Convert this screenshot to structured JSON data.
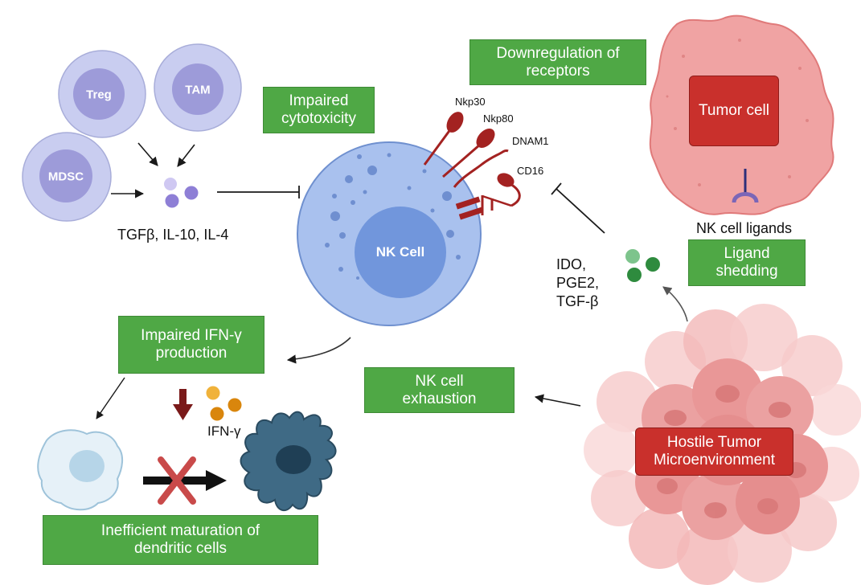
{
  "cells": {
    "treg": "Treg",
    "tam": "TAM",
    "mdsc": "MDSC",
    "nk_cell": "NK Cell",
    "tumor_cell": "Tumor cell"
  },
  "labels": {
    "cytokines_suppressive": "TGFβ, IL-10, IL-4",
    "ifn_gamma": "IFN-γ",
    "tumor_factors": [
      "IDO,",
      "PGE2,",
      "TGF-β"
    ],
    "nk_cell_ligands": "NK cell ligands"
  },
  "receptors": [
    "Nkp30",
    "Nkp80",
    "DNAM1",
    "CD16"
  ],
  "boxes": {
    "impaired_cytotoxicity": [
      "Impaired",
      "cytotoxicity"
    ],
    "downregulation_of_receptors": [
      "Downregulation of",
      "receptors"
    ],
    "ligand_shedding": [
      "Ligand",
      "shedding"
    ],
    "impaired_ifn_production": [
      "Impaired IFN-γ",
      "production"
    ],
    "nk_cell_exhaustion": [
      "NK cell",
      "exhaustion"
    ],
    "hostile_tumor_microenvironment": [
      "Hostile Tumor",
      "Microenvironment"
    ],
    "inefficient_maturation": [
      "Inefficient maturation of",
      "dendritic cells"
    ]
  },
  "colors": {
    "box_green": "#4fa845",
    "box_red": "#c9302c",
    "nk_cell_blue": "#a9c1ee",
    "nk_nucleus": "#7196dc",
    "receptor_red": "#a32221",
    "tumor_pink": "#f0a3a3"
  }
}
